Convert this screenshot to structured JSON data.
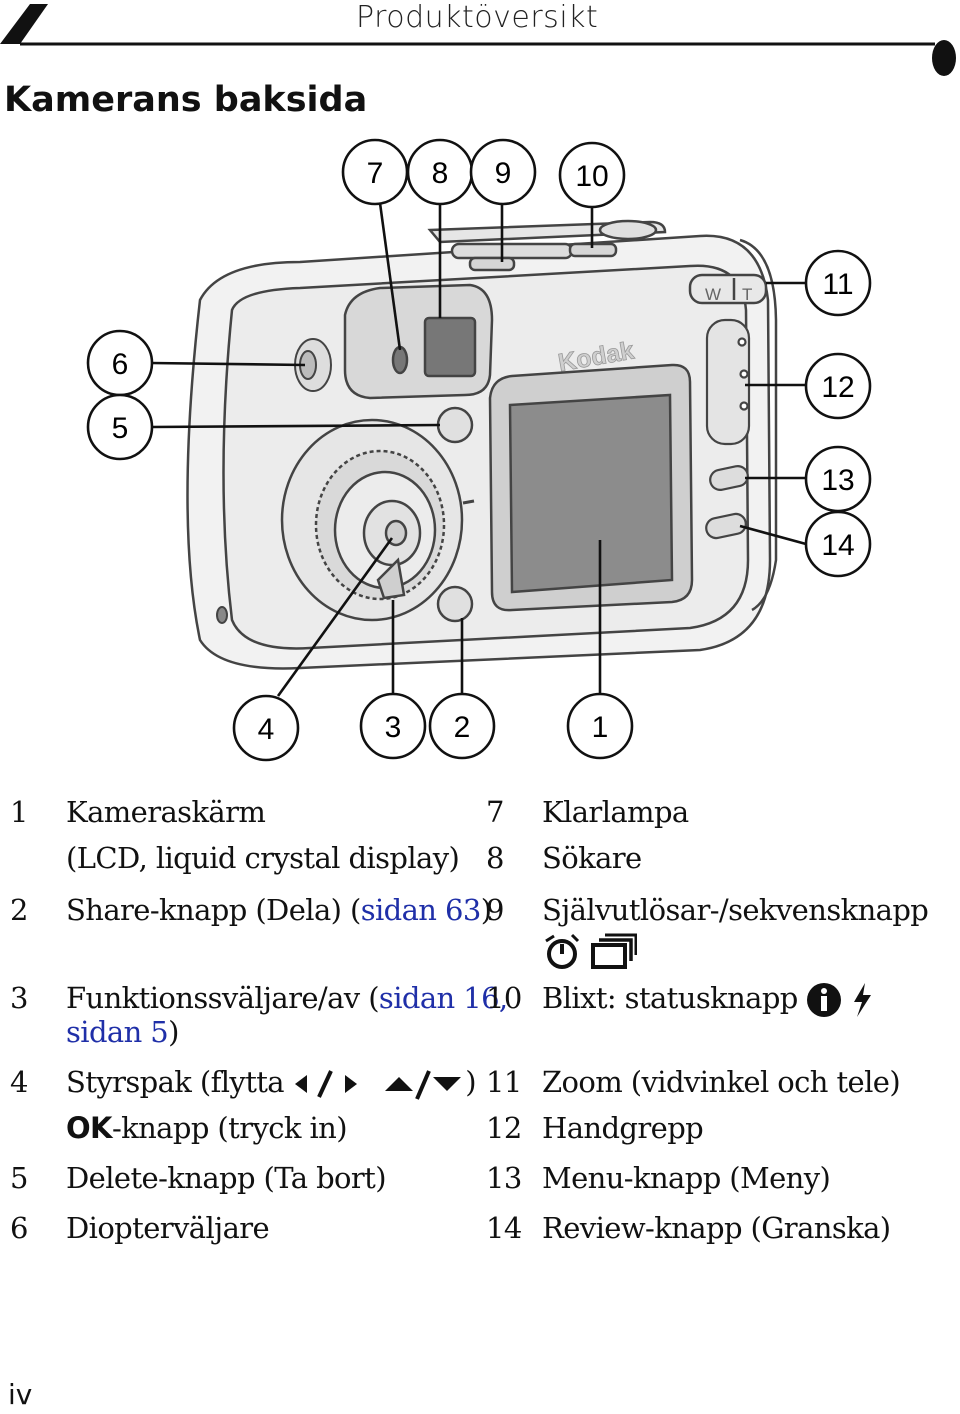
{
  "header": {
    "running_head": "Produktöversikt",
    "section_title": "Kamerans baksida"
  },
  "figure": {
    "brand": "Kodak",
    "zoom_label": "W T",
    "callouts": [
      "1",
      "2",
      "3",
      "4",
      "5",
      "6",
      "7",
      "8",
      "9",
      "10",
      "11",
      "12",
      "13",
      "14"
    ]
  },
  "legend": {
    "items": [
      {
        "num": "1",
        "text": "Kameraskärm",
        "sub": "(LCD, liquid crystal display)"
      },
      {
        "num": "2",
        "text": "Share-knapp (Dela) (",
        "link": "sidan 63",
        "after": ")"
      },
      {
        "num": "3",
        "text": "Funktionssväljare/av (",
        "link": "sidan 16,",
        "link2": "sidan 5",
        "after": ")"
      },
      {
        "num": "4",
        "text": "Styrspak (flytta",
        "after": ")",
        "sub_bold": "OK",
        "sub": "-knapp (tryck in)"
      },
      {
        "num": "5",
        "text": "Delete-knapp (Ta bort)"
      },
      {
        "num": "6",
        "text": "Diopterväljare"
      },
      {
        "num": "7",
        "text": "Klarlampa"
      },
      {
        "num": "8",
        "text": "Sökare"
      },
      {
        "num": "9",
        "text": "Självutlösar-/sekvensknapp"
      },
      {
        "num": "10",
        "text": "Blixt: statusknapp"
      },
      {
        "num": "11",
        "text": "Zoom (vidvinkel och tele)"
      },
      {
        "num": "12",
        "text": "Handgrepp"
      },
      {
        "num": "13",
        "text": "Menu-knapp (Meny)"
      },
      {
        "num": "14",
        "text": "Review-knapp (Granska)"
      }
    ]
  },
  "footer": {
    "page_number": "iv"
  }
}
